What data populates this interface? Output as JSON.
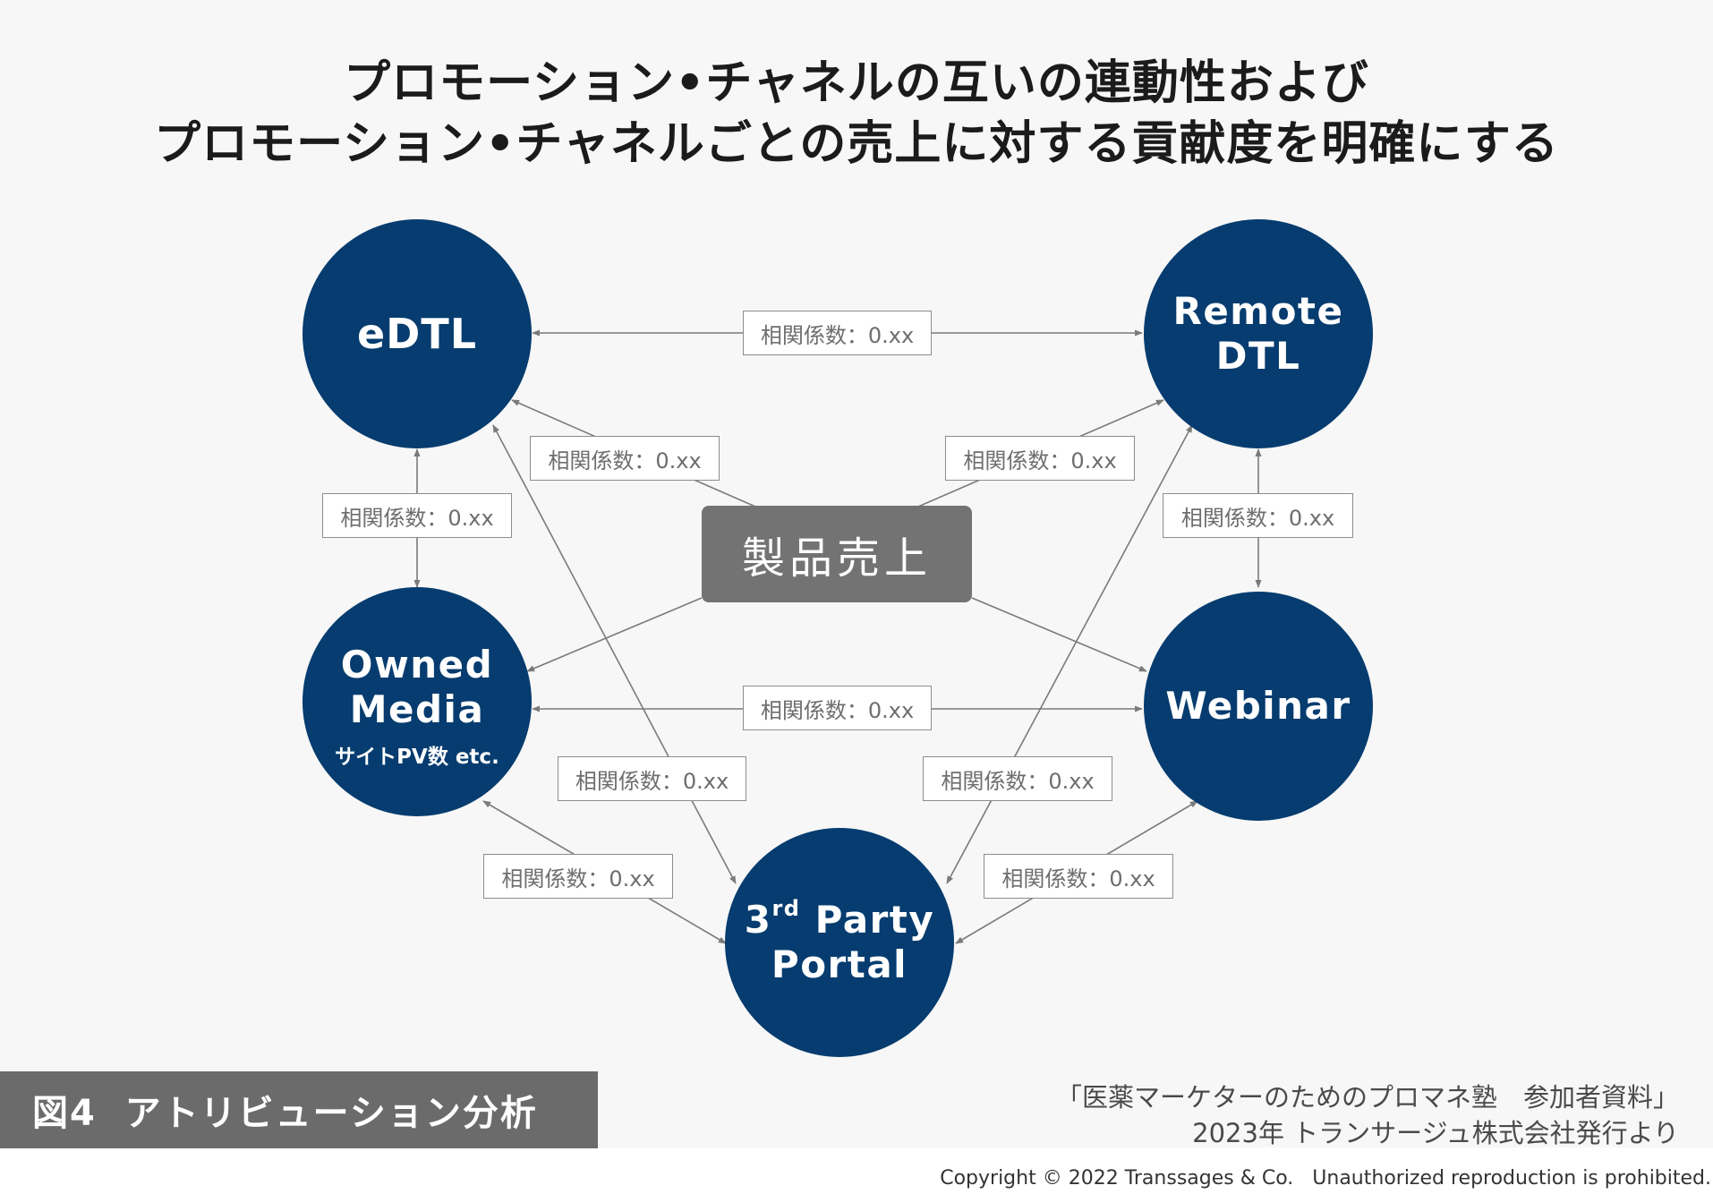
{
  "title": {
    "line1": "プロモーション•チャネルの互いの連動性および",
    "line2": "プロモーション•チャネルごとの売上に対する貢献度を明確にする"
  },
  "center_node": {
    "label": "製品売上"
  },
  "nodes": {
    "edtl": {
      "label": "eDTL"
    },
    "remote_dtl": {
      "line1": "Remote",
      "line2": "DTL"
    },
    "owned_media": {
      "line1": "Owned",
      "line2": "Media",
      "sub": "サイトPV数 etc."
    },
    "webinar": {
      "label": "Webinar"
    },
    "third_party": {
      "num": "3",
      "sup": "rd",
      "line1_rest": " Party",
      "line2": "Portal"
    }
  },
  "correlation_label": "相関係数：0.xx",
  "correlations": [
    {
      "id": "edtl-remote",
      "text": "相関係数：0.xx"
    },
    {
      "id": "sales-edtl",
      "text": "相関係数：0.xx"
    },
    {
      "id": "sales-remote",
      "text": "相関係数：0.xx"
    },
    {
      "id": "edtl-owned",
      "text": "相関係数：0.xx"
    },
    {
      "id": "remote-webinar",
      "text": "相関係数：0.xx"
    },
    {
      "id": "owned-webinar",
      "text": "相関係数：0.xx"
    },
    {
      "id": "edtl-portal",
      "text": "相関係数：0.xx"
    },
    {
      "id": "remote-portal",
      "text": "相関係数：0.xx"
    },
    {
      "id": "owned-portal",
      "text": "相関係数：0.xx"
    },
    {
      "id": "webinar-portal",
      "text": "相関係数：0.xx"
    }
  ],
  "figure_label": "図4  アトリビューション分析",
  "source": {
    "line1": "「医薬マーケターのためのプロマネ塾　参加者資料」",
    "line2": "2023年 トランサージュ株式会社発行より"
  },
  "copyright": "Copyright © 2022 Transsages & Co.   Unauthorized reproduction is prohibited.",
  "colors": {
    "node": "#063c6f",
    "center_box": "#737373",
    "arrow": "#7a7a7a",
    "label_border": "#8c8c8c",
    "background": "#f7f7f7"
  }
}
